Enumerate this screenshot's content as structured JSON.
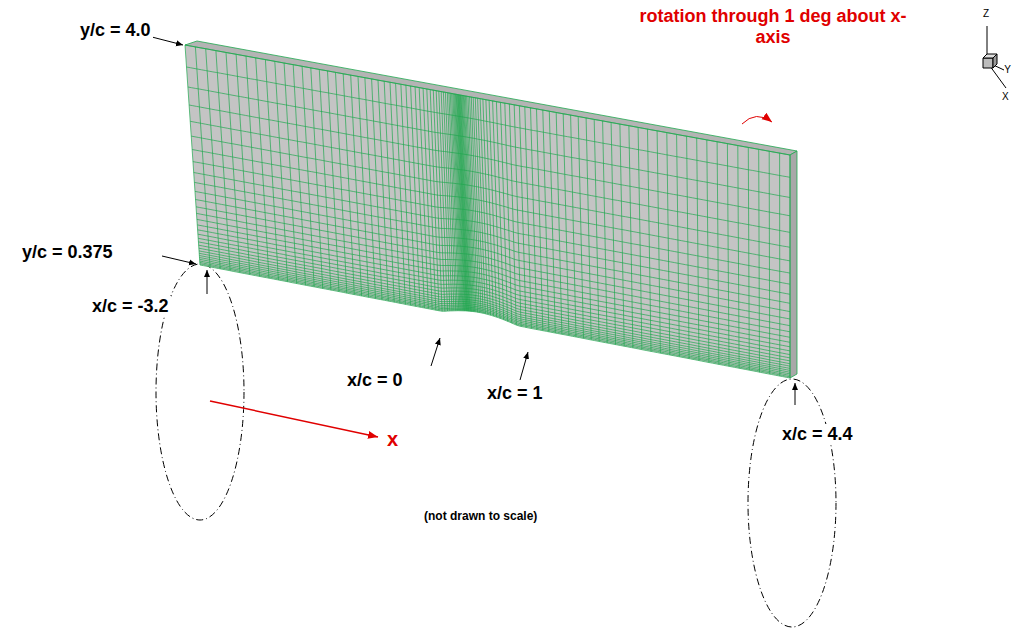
{
  "diagram": {
    "labels": [
      "y/c = 4.0",
      "rotation through 1 deg about x-axis",
      "Z",
      "Y",
      "X",
      "y/c = 0.375",
      "x/c = -3.2",
      "x/c = 0",
      "x/c = 1",
      "x",
      "x/c = 4.4",
      "(not drawn to scale)"
    ]
  }
}
